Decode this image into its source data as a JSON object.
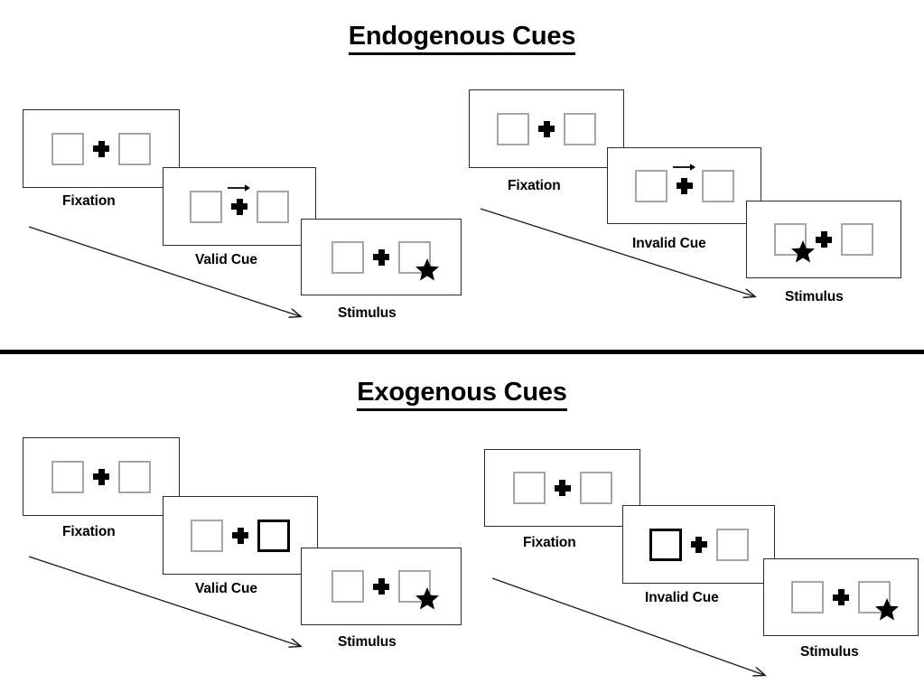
{
  "figure": {
    "title_endogenous": "Endogenous Cues",
    "title_exogenous": "Exogenous Cues",
    "colors": {
      "panel_border": "#2b2b2b",
      "placeholder_border": "#a6a6a6",
      "cue_border": "#000000",
      "stimulus_fill": "#000000",
      "divider": "#000000",
      "background": "#ffffff"
    }
  },
  "sections": [
    {
      "id": "endogenous",
      "title": "Endogenous Cues",
      "cue_type": "arrow",
      "sequences": [
        {
          "id": "endogenous-valid",
          "validity": "valid",
          "panels": [
            {
              "caption": "Fixation",
              "left_box": "empty",
              "right_box": "empty",
              "center": "plus",
              "arrow_cue": "none"
            },
            {
              "caption": "Valid Cue",
              "left_box": "empty",
              "right_box": "empty",
              "center": "plus",
              "arrow_cue": "right"
            },
            {
              "caption": "Stimulus",
              "left_box": "empty",
              "right_box": "star",
              "center": "plus",
              "arrow_cue": "none"
            }
          ]
        },
        {
          "id": "endogenous-invalid",
          "validity": "invalid",
          "panels": [
            {
              "caption": "Fixation",
              "left_box": "empty",
              "right_box": "empty",
              "center": "plus",
              "arrow_cue": "none"
            },
            {
              "caption": "Invalid Cue",
              "left_box": "empty",
              "right_box": "empty",
              "center": "plus",
              "arrow_cue": "right"
            },
            {
              "caption": "Stimulus",
              "left_box": "star",
              "right_box": "empty",
              "center": "plus",
              "arrow_cue": "none"
            }
          ]
        }
      ]
    },
    {
      "id": "exogenous",
      "title": "Exogenous Cues",
      "cue_type": "box-highlight",
      "sequences": [
        {
          "id": "exogenous-valid",
          "validity": "valid",
          "panels": [
            {
              "caption": "Fixation",
              "left_box": "empty",
              "right_box": "empty",
              "center": "plus",
              "arrow_cue": "none"
            },
            {
              "caption": "Valid Cue",
              "left_box": "empty",
              "right_box": "cued",
              "center": "plus",
              "arrow_cue": "none"
            },
            {
              "caption": "Stimulus",
              "left_box": "empty",
              "right_box": "star",
              "center": "plus",
              "arrow_cue": "none"
            }
          ]
        },
        {
          "id": "exogenous-invalid",
          "validity": "invalid",
          "panels": [
            {
              "caption": "Fixation",
              "left_box": "empty",
              "right_box": "empty",
              "center": "plus",
              "arrow_cue": "none"
            },
            {
              "caption": "Invalid Cue",
              "left_box": "cued",
              "right_box": "empty",
              "center": "plus",
              "arrow_cue": "none"
            },
            {
              "caption": "Stimulus",
              "left_box": "empty",
              "right_box": "star",
              "center": "plus",
              "arrow_cue": "none"
            }
          ]
        }
      ]
    }
  ]
}
